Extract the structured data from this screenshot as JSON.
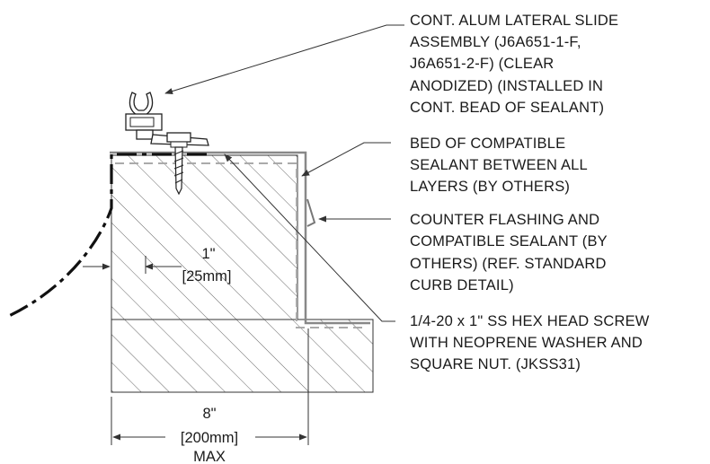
{
  "callouts": {
    "slide_assembly": [
      "CONT. ALUM LATERAL SLIDE",
      "ASSEMBLY (J6A651-1-F,",
      "J6A651-2-F)  (CLEAR",
      "ANODIZED) (INSTALLED IN",
      "CONT. BEAD OF SEALANT)"
    ],
    "sealant_bed": [
      "BED OF COMPATIBLE",
      "SEALANT BETWEEN ALL",
      "LAYERS (BY OTHERS)"
    ],
    "counter_flashing": [
      "COUNTER FLASHING AND",
      "COMPATIBLE SEALANT (BY",
      "OTHERS) (REF. STANDARD",
      "CURB DETAIL)"
    ],
    "screw": [
      "1/4-20 x 1\" SS HEX HEAD SCREW",
      "WITH NEOPRENE WASHER AND",
      "SQUARE NUT. (JKSS31)"
    ]
  },
  "dimensions": {
    "offset": [
      "1\"",
      "[25mm]"
    ],
    "width": [
      "8\"",
      "[200mm]",
      "MAX"
    ]
  },
  "colors": {
    "ink": "#1a1a1a",
    "line": "#333333",
    "flashing": "#888888",
    "sealant_dash": "#aaaaaa"
  }
}
